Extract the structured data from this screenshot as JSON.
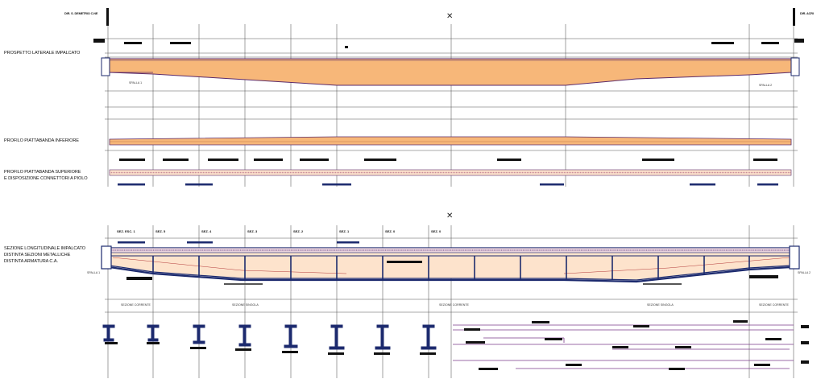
{
  "header": {
    "left_direction": "DIR. S. DEMETRIO C.NE",
    "right_direction": "DIR. ACRI"
  },
  "sections": {
    "elevation": "PROSPETTO LATERALE IMPALCATO",
    "bottom_flange": "PROFILO PIATTABANDA INFERIORE",
    "top_flange_line1": "PROFILO PIATTABANDA SUPERIORE",
    "top_flange_line2": "E DISPOSIZIONE CONNETTORI A PIOLO",
    "longitudinal_line1": "SEZIONE LONGITUDINALE IMPALCATO",
    "longitudinal_line2": "DISTINTA SEZIONI METALLICHE",
    "longitudinal_line3": "DISTINTA ARMATURA C.A."
  },
  "abutments": {
    "spalla1_top": "SPALLA 1",
    "spalla2_top": "SPALLA 2",
    "spalla1_bottom": "SPALLA 1",
    "spalla2_bottom": "SPALLA 2"
  },
  "segment_labels": [
    "SEZ. ESC. 1",
    "SEZ. 5",
    "SEZ. 4",
    "SEZ. 3",
    "SEZ. 2",
    "SEZ. 1",
    "SEZ. 0",
    "SEZ. 0"
  ],
  "section_bands": [
    "SEZIONE CORRENTE",
    "SEZIONE SINGOLA",
    "SEZIONE CORRENTE",
    "SEZIONE SINGOLA",
    "SEZIONE CORRENTE"
  ],
  "colors": {
    "deck_fill": "#f7b779",
    "deck_light_fill": "#fde3cc",
    "outline": "#5a2a6b",
    "steel": "#1c2a6e",
    "hatch": "#c98b9a",
    "line": "#333333"
  },
  "icons": {
    "midspan_marker": "crossed-arrows-icon"
  }
}
